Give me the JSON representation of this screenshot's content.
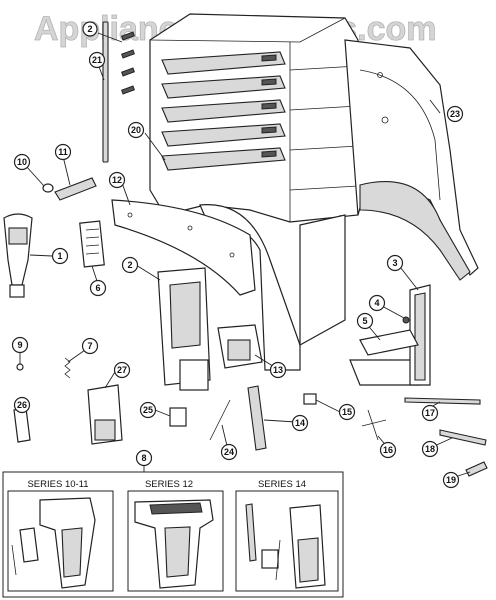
{
  "watermark": "AppliancePartsPros.com",
  "callouts": {
    "c1": "1",
    "c2a": "2",
    "c2b": "2",
    "c3": "3",
    "c4": "4",
    "c5": "5",
    "c6": "6",
    "c7": "7",
    "c8": "8",
    "c9": "9",
    "c10": "10",
    "c11": "11",
    "c12": "12",
    "c13": "13",
    "c14": "14",
    "c15": "15",
    "c16": "16",
    "c17": "17",
    "c18": "18",
    "c19": "19",
    "c20": "20",
    "c21": "21",
    "c23": "23",
    "c24": "24",
    "c25": "25",
    "c26": "26",
    "c27": "27"
  },
  "series": {
    "s1011": "SERIES 10-11",
    "s12": "SERIES 12",
    "s14": "SERIES 14"
  }
}
